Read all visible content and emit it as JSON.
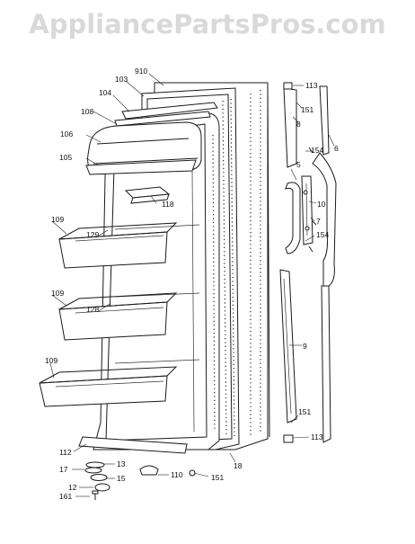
{
  "watermark": "AppliancePartsPros.com",
  "part_labels": {
    "p910": "910",
    "p103": "103",
    "p104": "104",
    "p108": "108",
    "p106": "106",
    "p105": "105",
    "p118": "118",
    "p109a": "109",
    "p129": "129",
    "p109b": "109",
    "p128": "128",
    "p109c": "109",
    "p112": "112",
    "p13": "13",
    "p17": "17",
    "p15": "15",
    "p12": "12",
    "p161": "161",
    "p110": "110",
    "p151a": "151",
    "p18": "18",
    "p113a": "113",
    "p151b": "151",
    "p8": "8",
    "p6": "6",
    "p154a": "154",
    "p5": "5",
    "p10": "10",
    "p7": "7",
    "p154b": "154",
    "p9": "9",
    "p151c": "151",
    "p113b": "113"
  }
}
